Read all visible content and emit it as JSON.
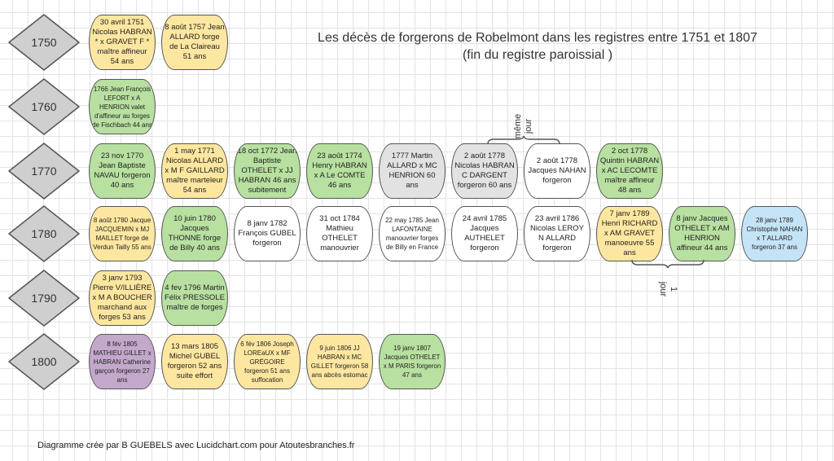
{
  "title_line1": "Les décès de forgerons de Robelmont dans les registres entre 1751 et 1807",
  "title_line2": "(fin du registre paroissial )",
  "footer": "Diagramme crée par B GUEBELS avec Lucidchart.com pour Atoutesbranches.fr",
  "colors": {
    "yellow": "#fde7a0",
    "green": "#b8e0a0",
    "gray": "#e2e2e2",
    "white": "#ffffff",
    "purple": "#c4a8cc",
    "blue": "#c5e3f6"
  },
  "annotations": {
    "same_day": [
      "même",
      "jour"
    ],
    "one_day": [
      "1",
      "jour"
    ]
  },
  "rows": [
    {
      "decade": "1750",
      "cards": [
        {
          "text": "30 avril 1751 Nicolas HABRAN * x GRAVET F * maître affineur 54 ans",
          "color": "yellow"
        },
        {
          "text": "8 août 1757 Jean ALLARD forge de La Claireau 51 ans",
          "color": "yellow"
        }
      ]
    },
    {
      "decade": "1760",
      "cards": [
        {
          "text": "1766 Jean François LEFORT x A HENRION valet d'affineur au forges de Fischbach 44 ans",
          "color": "green",
          "small": true
        }
      ]
    },
    {
      "decade": "1770",
      "cards": [
        {
          "text": "23 nov 1770 Jean Baptiste NAVAU forgeron 40 ans",
          "color": "green"
        },
        {
          "text": "1 may 1771 Nicolas ALLARD x M F GAILLARD maître marteleur 54 ans",
          "color": "yellow"
        },
        {
          "text": "18 oct 1772 Jean Baptiste OTHELET x JJ HABRAN 46 ans subitement",
          "color": "green"
        },
        {
          "text": "23 août 1774 Henry HABRAN x A Le COMTE 46 ans",
          "color": "green"
        },
        {
          "text": "1777 Martin ALLARD x MC HENRION 60 ans",
          "color": "gray"
        },
        {
          "text": "2 août 1778 Nicolas HABRAN C DARGENT forgeron 60 ans",
          "color": "gray"
        },
        {
          "text": "2 août 1778 Jacques NAHAN forgeron",
          "color": "white"
        },
        {
          "text": "2 oct 1778 Quintin HABRAN x AC LECOMTE maître affineur 48 ans",
          "color": "green"
        }
      ]
    },
    {
      "decade": "1780",
      "cards": [
        {
          "text": "8 août 1780 Jacque JACQUEMIN x MJ MAILLET forge de Verdun Tailly 55 ans",
          "color": "yellow",
          "small": true
        },
        {
          "text": "10 juin 1780 Jacques THONNE forge de Billy 40 ans",
          "color": "green"
        },
        {
          "text": "8 janv 1782 François GUBEL forgeron",
          "color": "white"
        },
        {
          "text": "31 oct 1784 Mathieu OTHELET manouvrier",
          "color": "white"
        },
        {
          "text": "22 may 1785 Jean LAFONTAINE manouvrier forges de Billy en France",
          "color": "white",
          "small": true
        },
        {
          "text": "24 avril 1785 Jacques AUTHELET forgeron",
          "color": "white"
        },
        {
          "text": "23 avril 1786 Nicolas LEROY N ALLARD forgeron",
          "color": "white"
        },
        {
          "text": "7 janv 1789 Henri RICHARD x AM GRAVET manoeuvre 55 ans",
          "color": "yellow"
        },
        {
          "text": "8 janv Jacques OTHELET x AM HENRION affineur 44 ans",
          "color": "green"
        },
        {
          "text": "28 janv 1789 Christophe NAHAN x T ALLARD forgeron 37 ans",
          "color": "blue",
          "small": true
        }
      ]
    },
    {
      "decade": "1790",
      "cards": [
        {
          "text": "3 janv 1793 Pierre V/ILLIÈRE x M A BOUCHER marchand aux forges 53 ans",
          "color": "yellow"
        },
        {
          "text": "4 fev 1796 Martin Félix PRESSOLE maître de forges",
          "color": "green"
        }
      ]
    },
    {
      "decade": "1800",
      "cards": [
        {
          "text": "8 fév 1805 MATHIEU GILLET x HABRAN Catherine garçon forgeron 27 ans",
          "color": "purple",
          "small": true
        },
        {
          "text": "13 mars 1805 Michel GUBEL forgeron 52 ans suite effort",
          "color": "yellow"
        },
        {
          "text": "6 fév 1806 Joseph LOREaUX x MF GRÉGOIRE forgeron 51 ans suffocation",
          "color": "yellow",
          "small": true
        },
        {
          "text": "9 juin 1806 JJ HABRAN x MC GILLET forgeron 58 ans abcès estomac",
          "color": "yellow",
          "small": true
        },
        {
          "text": "19 janv 1807 Jacques OTHELET x M PARIS forgeron 47 ans",
          "color": "green",
          "small": true
        }
      ]
    }
  ]
}
